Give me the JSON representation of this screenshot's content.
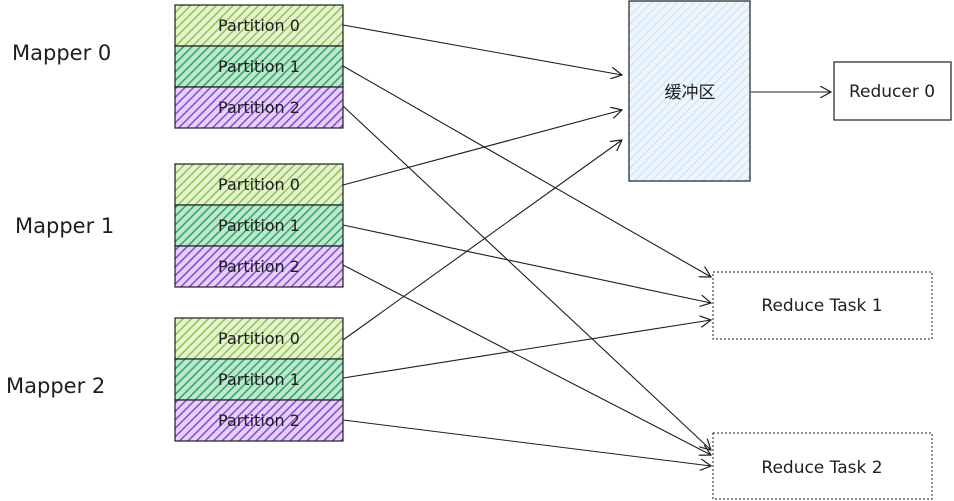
{
  "mappers": [
    {
      "label": "Mapper 0",
      "partitions": [
        "Partition 0",
        "Partition 1",
        "Partition 2"
      ]
    },
    {
      "label": "Mapper 1",
      "partitions": [
        "Partition 0",
        "Partition 1",
        "Partition 2"
      ]
    },
    {
      "label": "Mapper 2",
      "partitions": [
        "Partition 0",
        "Partition 1",
        "Partition 2"
      ]
    }
  ],
  "buffer": {
    "label": "缓冲区"
  },
  "reducer0": {
    "label": "Reducer 0"
  },
  "reduce_task_1": {
    "label": "Reduce Task 1"
  },
  "reduce_task_2": {
    "label": "Reduce Task 2"
  },
  "colors": {
    "partition_0": "#a9d46f",
    "partition_1": "#37b36f",
    "partition_2": "#8a46d9",
    "buffer_fill": "#d7eaf8",
    "stroke": "#1e1e1e"
  }
}
